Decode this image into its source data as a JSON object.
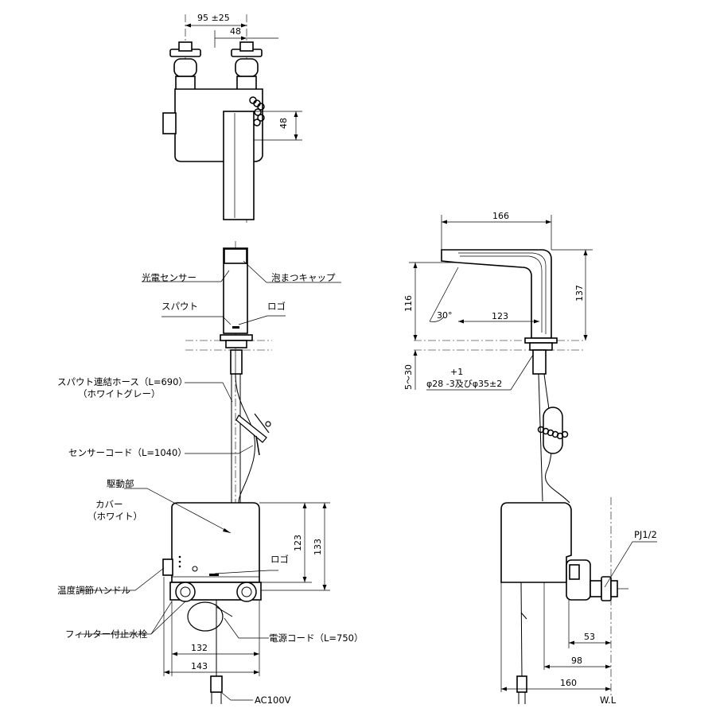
{
  "top_view": {
    "dim_spacing": "95 ±25",
    "dim_offset": "48",
    "dim_height": "48"
  },
  "front_view": {
    "labels": {
      "photo_sensor": "光電センサー",
      "aerator_cap": "泡まつキャップ",
      "spout": "スパウト",
      "logo_upper": "ロゴ",
      "spout_hose": "スパウト連結ホース（L=690）",
      "spout_hose_color": "（ホワイトグレー）",
      "sensor_cord": "センサーコード（L=1040）",
      "drive_unit": "駆動部",
      "cover": "カバー",
      "cover_color": "（ホワイト）",
      "logo_lower": "ロゴ",
      "temp_handle": "温度調節ハンドル",
      "filter_valve": "フィルター付止水栓",
      "power_cord": "電源コード（L=750）",
      "ac": "AC100V"
    },
    "dims": {
      "h123": "123",
      "h133": "133",
      "w132": "132",
      "w143": "143"
    }
  },
  "side_view": {
    "dims": {
      "d166": "166",
      "d116": "116",
      "d137": "137",
      "d123": "123",
      "angle": "30°",
      "thickness": "5～30",
      "hole_tol": "+1",
      "hole": "φ28 -3及びφ35±2",
      "d53": "53",
      "d98": "98",
      "d160": "160"
    },
    "labels": {
      "pipe": "PJ1/2",
      "wall": "W.L"
    }
  }
}
